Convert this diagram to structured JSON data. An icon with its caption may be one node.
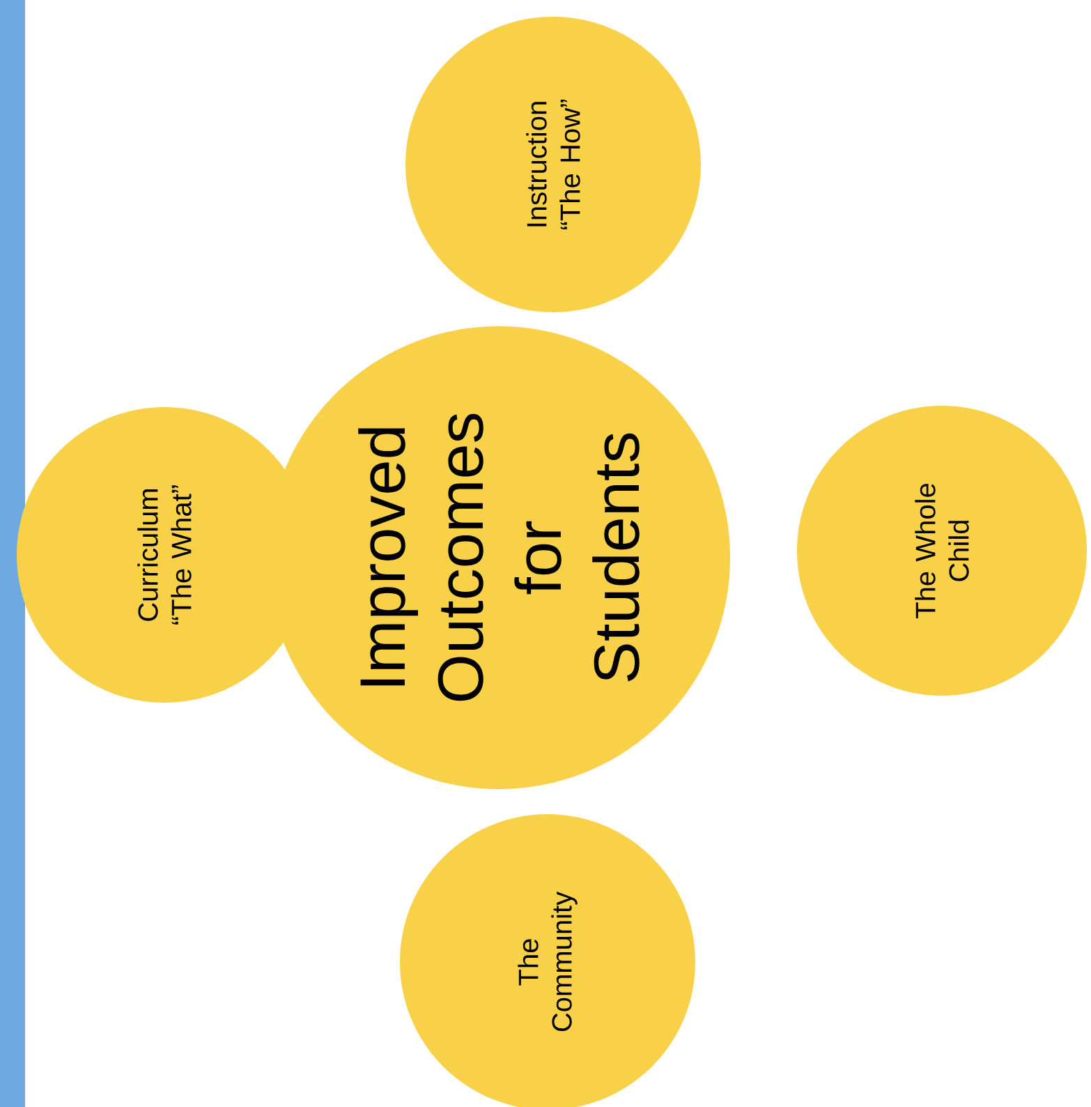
{
  "diagram": {
    "nodes": [
      {
        "text": [
          "Instruction “The How”"
        ]
      },
      {
        "text": [
          "Curriculum “The What”"
        ]
      },
      {
        "text": [
          "Improved Outcomes for Students"
        ]
      },
      {
        "text": [
          "The Whole Child"
        ]
      },
      {
        "text": [
          "The Community"
        ]
      }
    ]
  }
}
